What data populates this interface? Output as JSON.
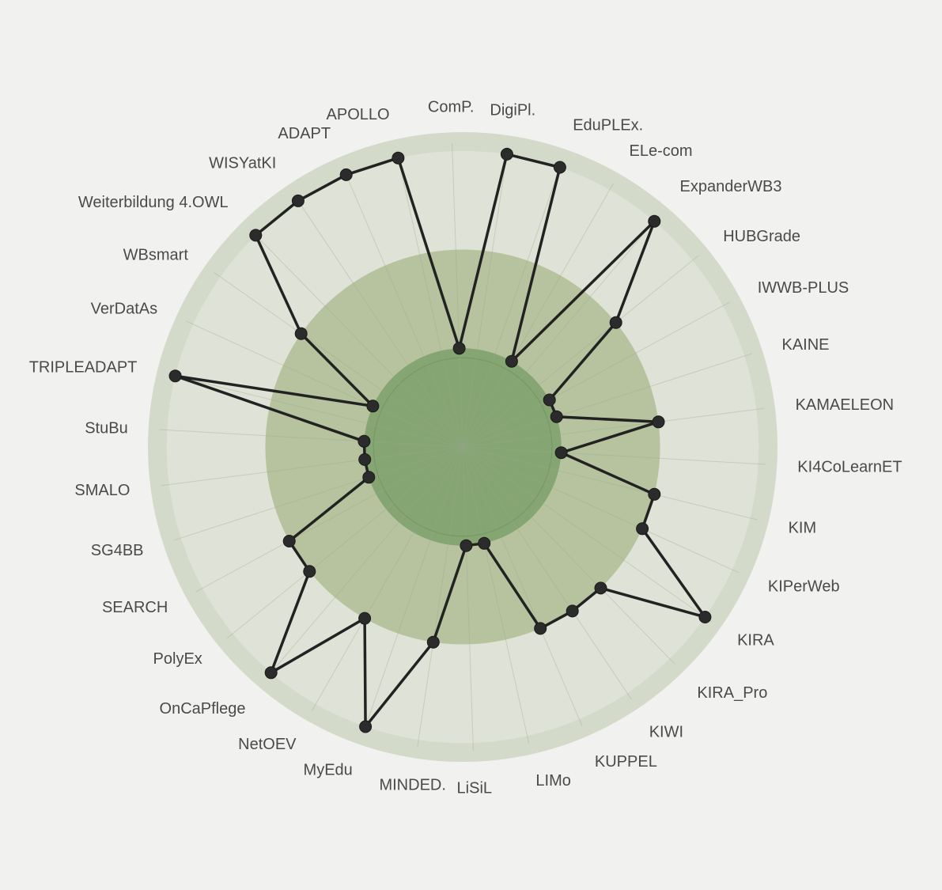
{
  "chart_data": {
    "type": "radar",
    "axes": [
      "ComP.",
      "DigiPl.",
      "EduPLEx.",
      "ELe-com",
      "ExpanderWB3",
      "HUBGrade",
      "IWWB-PLUS",
      "KAINE",
      "KAMAELEON",
      "KI4CoLearnET",
      "KIM",
      "KIPerWeb",
      "KIRA",
      "KIRA_Pro",
      "KIWI",
      "KUPPEL",
      "LIMo",
      "LiSiL",
      "MINDED.",
      "MyEdu",
      "NetOEV",
      "OnCaPflege",
      "PolyEx",
      "SEARCH",
      "SG4BB",
      "SMALO",
      "StuBu",
      "TRIPLEADAPT",
      "VerDatAs",
      "WBsmart",
      "Weiterbildung 4.OWL",
      "WISYatKI",
      "ADAPT",
      "APOLLO"
    ],
    "values": [
      1.0,
      3.0,
      3.0,
      1.0,
      3.0,
      2.0,
      1.0,
      1.0,
      2.0,
      1.0,
      2.0,
      2.0,
      3.0,
      2.0,
      2.0,
      2.0,
      1.0,
      1.0,
      2.0,
      3.0,
      2.0,
      3.0,
      2.0,
      2.0,
      1.0,
      1.0,
      1.0,
      3.0,
      1.0,
      2.0,
      3.0,
      3.0,
      3.0,
      3.0
    ],
    "bands": [
      {
        "to": 1,
        "color": "#85a673"
      },
      {
        "to": 2,
        "color": "#b7c39e"
      },
      {
        "to": 3,
        "color": "#dfe2d6"
      }
    ],
    "outer_ring_color": "#d4dac9",
    "line_color": "#222222",
    "marker_color": "#2b2b2b",
    "rmax": 3
  }
}
